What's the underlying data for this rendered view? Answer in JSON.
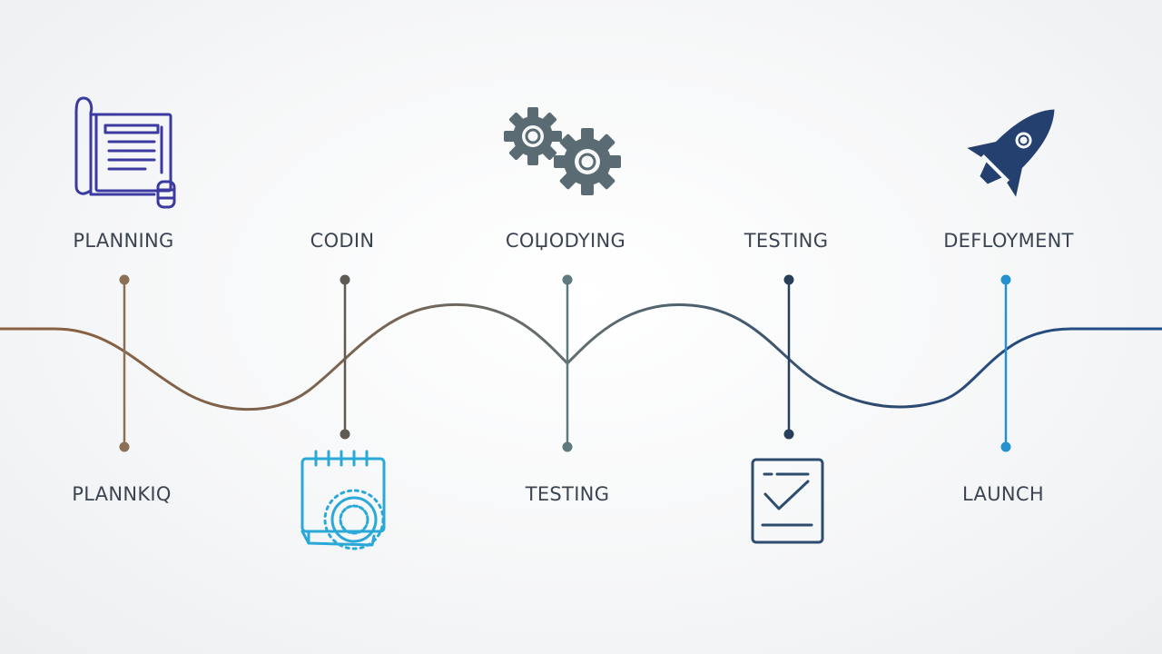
{
  "labels": {
    "top": [
      "PLANNING",
      "CODIN",
      "COЏODYING",
      "TESTING",
      "DEFLOYMENT"
    ],
    "bottom": [
      "PLANNKIQ",
      "TESTING",
      "LAUNCH"
    ]
  },
  "icons": {
    "planning": "blueprint-document-icon",
    "coding": "gears-icon",
    "deployment": "rocket-icon",
    "codin_bottom": "notepad-gear-icon",
    "testing_bottom": "checklist-icon"
  },
  "colors": {
    "wave_start": "#8a6040",
    "wave_end": "#1f4e8a",
    "blueprint": "#3b3aa0",
    "gears": "#5b6b73",
    "rocket": "#23406f",
    "notepad": "#2aa8d8",
    "checklist": "#2e4d6e",
    "marker_1": "#8a7156",
    "marker_2": "#5f5a52",
    "marker_3": "#5f7a7c",
    "marker_4": "#283f5a",
    "marker_5": "#2591d0"
  }
}
